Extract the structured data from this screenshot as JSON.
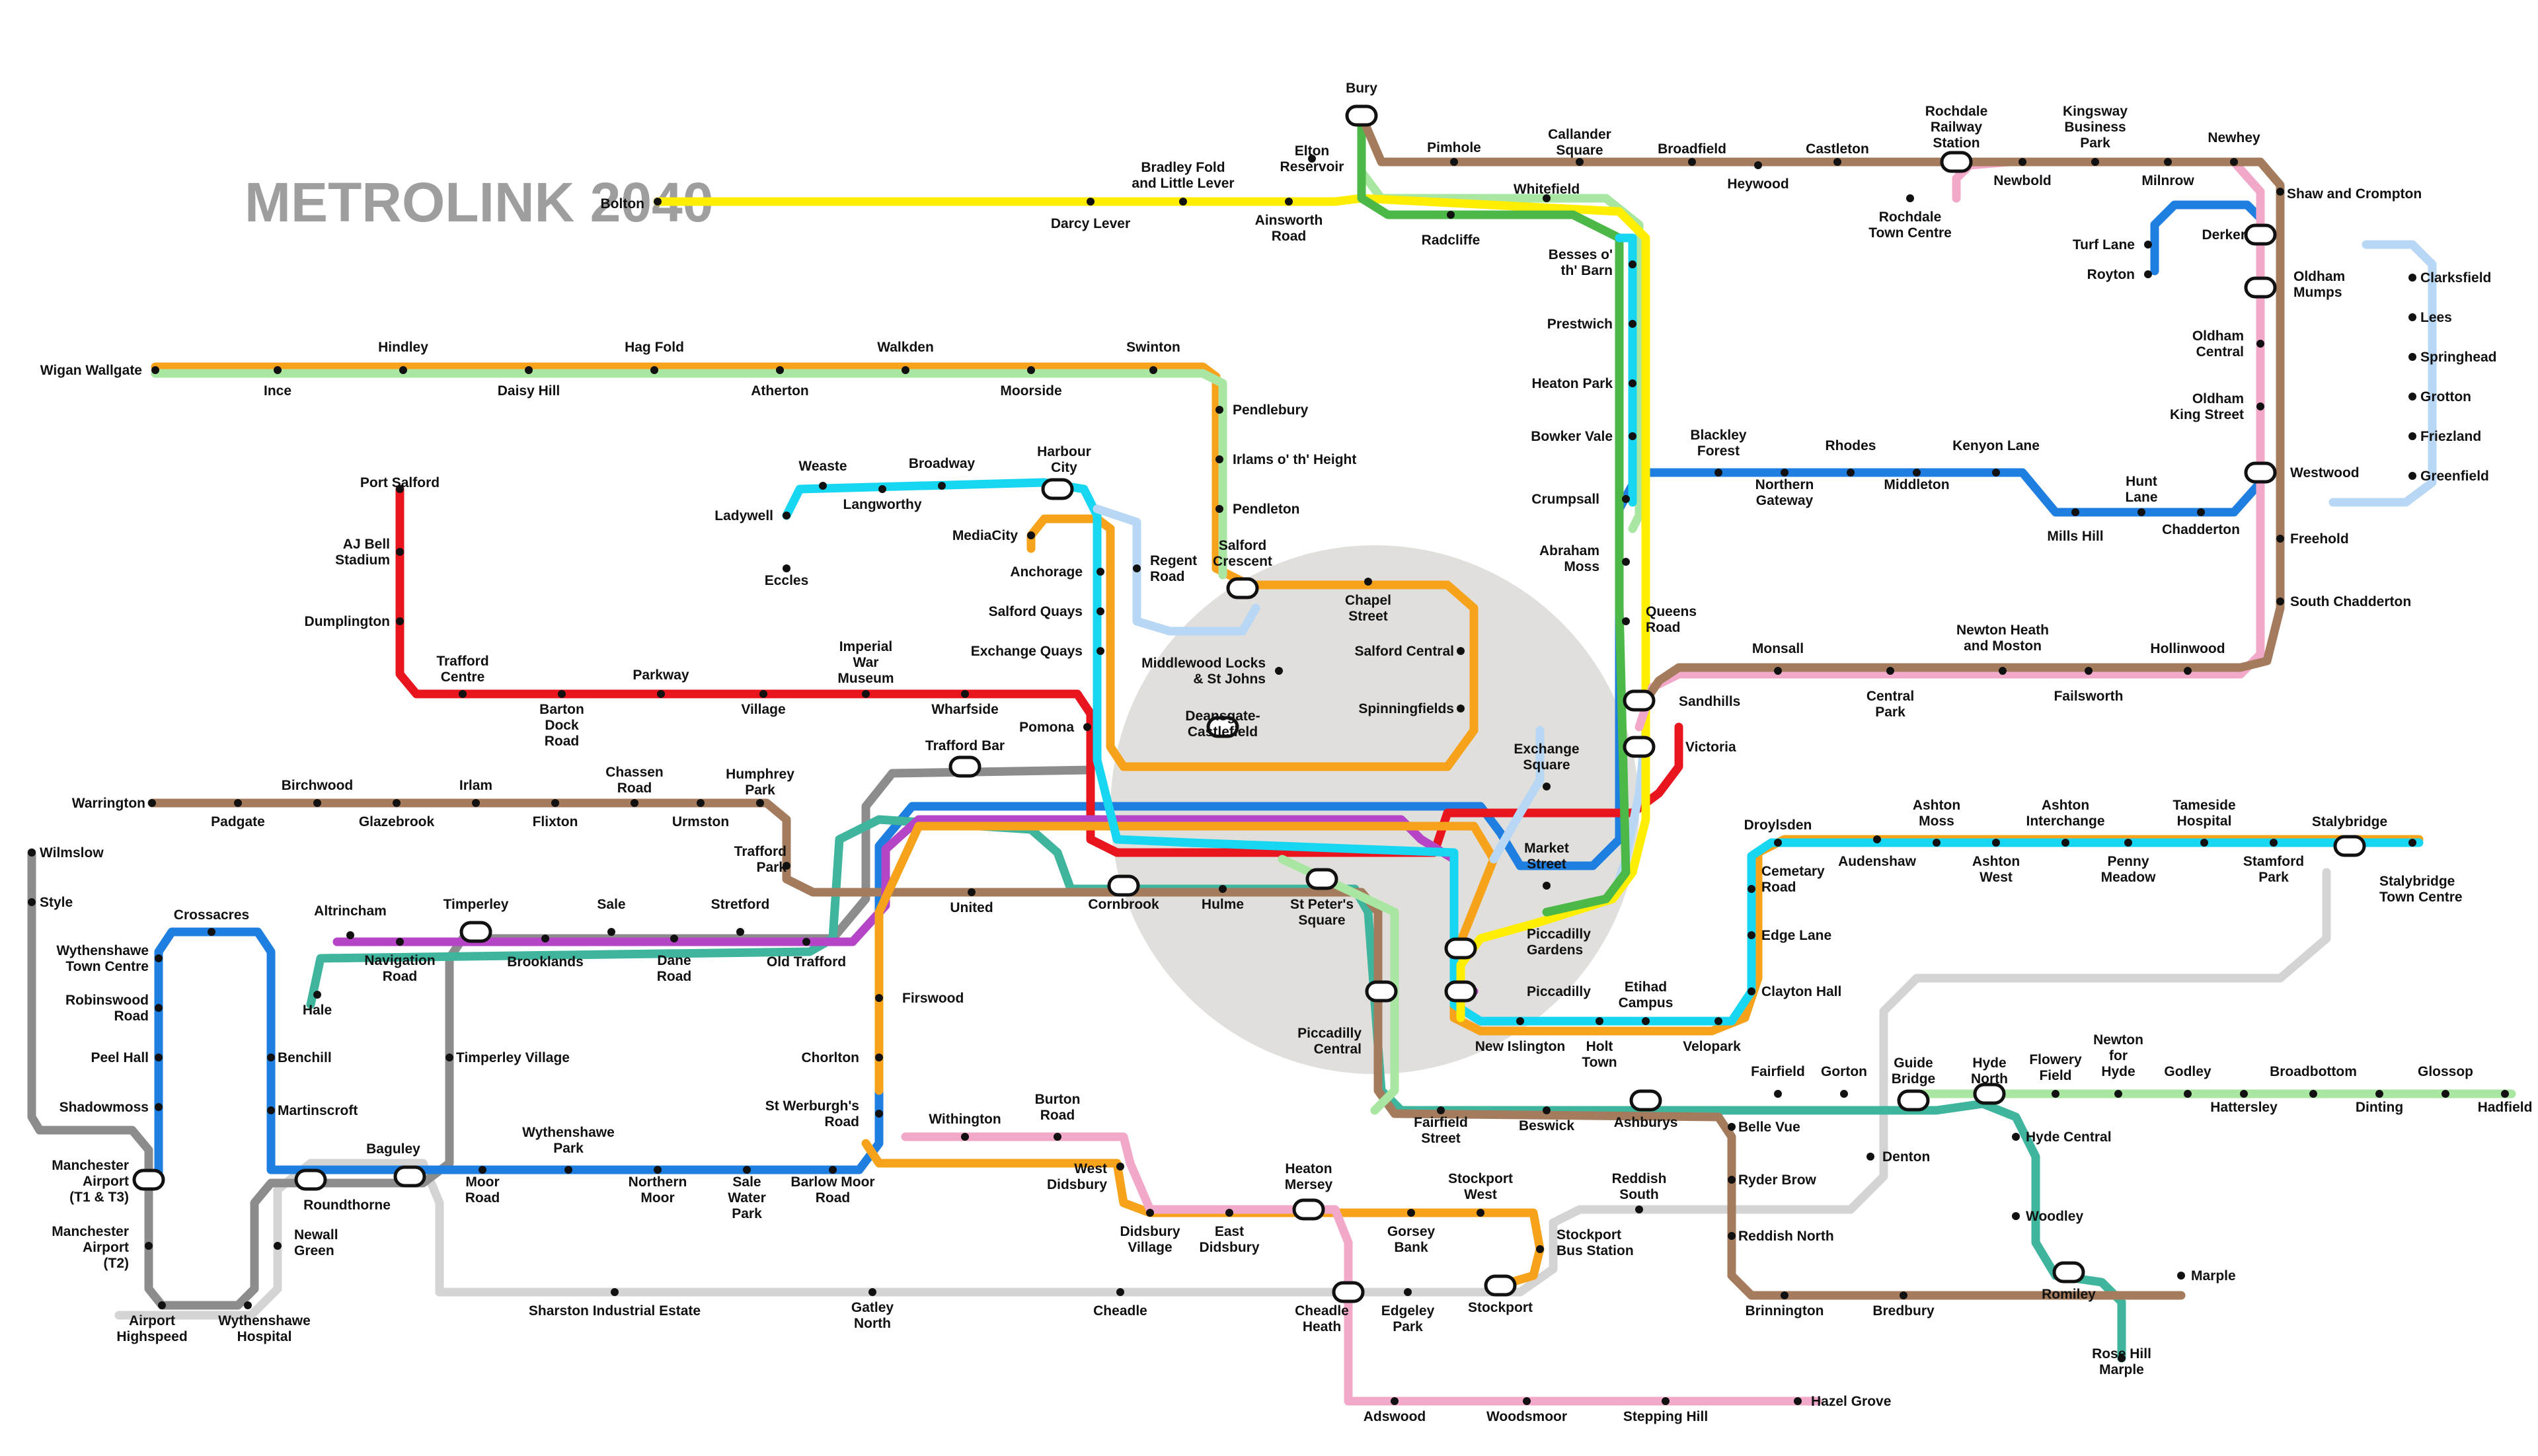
{
  "title": "METROLINK 2040",
  "colors": {
    "yellow": "#ffee00",
    "green": "#4cb848",
    "lightgreen": "#a8e6a1",
    "lightblue": "#b7d7f5",
    "cyan": "#16d6f2",
    "orange": "#f7a21b",
    "brown": "#a47b5c",
    "pink": "#f2a8c9",
    "red": "#e8141e",
    "blue": "#1e7fe0",
    "teal": "#3fb59e",
    "purple": "#b545c6",
    "grey": "#8c8c8c",
    "lightgrey": "#d4d4d4",
    "citycentre": "#e1dfdc"
  },
  "stations": [
    {
      "id": "bury",
      "label": "Bury"
    },
    {
      "id": "elton",
      "label": "Elton\nReservoir"
    },
    {
      "id": "bradley",
      "label": "Bradley Fold\nand Little Lever"
    },
    {
      "id": "bolton",
      "label": "Bolton"
    },
    {
      "id": "darcy",
      "label": "Darcy Lever"
    },
    {
      "id": "ainsworth",
      "label": "Ainsworth\nRoad"
    },
    {
      "id": "pimhole",
      "label": "Pimhole"
    },
    {
      "id": "callander",
      "label": "Callander\nSquare"
    },
    {
      "id": "broadfield",
      "label": "Broadfield"
    },
    {
      "id": "heywood",
      "label": "Heywood"
    },
    {
      "id": "castleton",
      "label": "Castleton"
    },
    {
      "id": "rochrail",
      "label": "Rochdale\nRailway\nStation"
    },
    {
      "id": "rochtc",
      "label": "Rochdale\nTown Centre"
    },
    {
      "id": "kingsway",
      "label": "Kingsway\nBusiness\nPark"
    },
    {
      "id": "newbold",
      "label": "Newbold"
    },
    {
      "id": "milnrow",
      "label": "Milnrow"
    },
    {
      "id": "newhey",
      "label": "Newhey"
    },
    {
      "id": "shawcrompton",
      "label": "Shaw and Crompton"
    },
    {
      "id": "whitefield",
      "label": "Whitefield"
    },
    {
      "id": "radcliffe",
      "label": "Radcliffe"
    },
    {
      "id": "besses",
      "label": "Besses o'\nth' Barn"
    },
    {
      "id": "prestwich",
      "label": "Prestwich"
    },
    {
      "id": "heatonpark",
      "label": "Heaton Park"
    },
    {
      "id": "bowkervale",
      "label": "Bowker Vale"
    },
    {
      "id": "crumpsall",
      "label": "Crumpsall"
    },
    {
      "id": "abraham",
      "label": "Abraham\nMoss"
    },
    {
      "id": "queensroad",
      "label": "Queens\nRoad"
    },
    {
      "id": "blackley",
      "label": "Blackley\nForest"
    },
    {
      "id": "northerngw",
      "label": "Northern\nGateway"
    },
    {
      "id": "rhodes",
      "label": "Rhodes"
    },
    {
      "id": "middleton",
      "label": "Middleton"
    },
    {
      "id": "kenyon",
      "label": "Kenyon Lane"
    },
    {
      "id": "millshill",
      "label": "Mills Hill"
    },
    {
      "id": "hunt",
      "label": "Hunt\nLane"
    },
    {
      "id": "chadderton",
      "label": "Chadderton"
    },
    {
      "id": "turflane",
      "label": "Turf Lane"
    },
    {
      "id": "royton",
      "label": "Royton"
    },
    {
      "id": "derker",
      "label": "Derker"
    },
    {
      "id": "oldhammumps",
      "label": "Oldham\nMumps"
    },
    {
      "id": "oldhamcentral",
      "label": "Oldham\nCentral"
    },
    {
      "id": "oldhamking",
      "label": "Oldham\nKing Street"
    },
    {
      "id": "westwood",
      "label": "Westwood"
    },
    {
      "id": "freehold",
      "label": "Freehold"
    },
    {
      "id": "southchad",
      "label": "South Chadderton"
    },
    {
      "id": "clarksfield",
      "label": "Clarksfield"
    },
    {
      "id": "lees",
      "label": "Lees"
    },
    {
      "id": "springhead",
      "label": "Springhead"
    },
    {
      "id": "grotton",
      "label": "Grotton"
    },
    {
      "id": "friezland",
      "label": "Friezland"
    },
    {
      "id": "greenfield",
      "label": "Greenfield"
    },
    {
      "id": "hollinwood",
      "label": "Hollinwood"
    },
    {
      "id": "newtonheath",
      "label": "Newton Heath\nand Moston"
    },
    {
      "id": "failsworth",
      "label": "Failsworth"
    },
    {
      "id": "centralpark",
      "label": "Central\nPark"
    },
    {
      "id": "monsall",
      "label": "Monsall"
    },
    {
      "id": "sandhills",
      "label": "Sandhills"
    },
    {
      "id": "victoria",
      "label": "Victoria"
    },
    {
      "id": "exchangesq",
      "label": "Exchange\nSquare"
    },
    {
      "id": "marketst",
      "label": "Market\nStreet"
    },
    {
      "id": "wigan",
      "label": "Wigan Wallgate"
    },
    {
      "id": "ince",
      "label": "Ince"
    },
    {
      "id": "hindley",
      "label": "Hindley"
    },
    {
      "id": "daisyhill",
      "label": "Daisy Hill"
    },
    {
      "id": "hagfold",
      "label": "Hag Fold"
    },
    {
      "id": "atherton",
      "label": "Atherton"
    },
    {
      "id": "walkden",
      "label": "Walkden"
    },
    {
      "id": "moorside",
      "label": "Moorside"
    },
    {
      "id": "swinton",
      "label": "Swinton"
    },
    {
      "id": "pendlebury",
      "label": "Pendlebury"
    },
    {
      "id": "irlams",
      "label": "Irlams o' th' Height"
    },
    {
      "id": "pendleton",
      "label": "Pendleton"
    },
    {
      "id": "salfordcres",
      "label": "Salford\nCrescent"
    },
    {
      "id": "chapelst",
      "label": "Chapel\nStreet"
    },
    {
      "id": "salfordcentral",
      "label": "Salford Central"
    },
    {
      "id": "spinningfields",
      "label": "Spinningfields"
    },
    {
      "id": "middlewood",
      "label": "Middlewood Locks\n& St Johns"
    },
    {
      "id": "deansgate",
      "label": "Deansgate-\nCastlefield"
    },
    {
      "id": "portsalford",
      "label": "Port Salford"
    },
    {
      "id": "ajbell",
      "label": "AJ Bell\nStadium"
    },
    {
      "id": "dumplington",
      "label": "Dumplington"
    },
    {
      "id": "traffordcentre",
      "label": "Trafford\nCentre"
    },
    {
      "id": "barton",
      "label": "Barton\nDock\nRoad"
    },
    {
      "id": "parkway",
      "label": "Parkway"
    },
    {
      "id": "village",
      "label": "Village"
    },
    {
      "id": "iwm",
      "label": "Imperial\nWar\nMuseum"
    },
    {
      "id": "wharfside",
      "label": "Wharfside"
    },
    {
      "id": "pomona",
      "label": "Pomona"
    },
    {
      "id": "ladywell",
      "label": "Ladywell"
    },
    {
      "id": "eccles",
      "label": "Eccles"
    },
    {
      "id": "weaste",
      "label": "Weaste"
    },
    {
      "id": "langworthy",
      "label": "Langworthy"
    },
    {
      "id": "broadway",
      "label": "Broadway"
    },
    {
      "id": "harbourcity",
      "label": "Harbour\nCity"
    },
    {
      "id": "mediacity",
      "label": "MediaCity"
    },
    {
      "id": "anchorage",
      "label": "Anchorage"
    },
    {
      "id": "salfordquays",
      "label": "Salford Quays"
    },
    {
      "id": "exchangequays",
      "label": "Exchange Quays"
    },
    {
      "id": "regentroad",
      "label": "Regent\nRoad"
    },
    {
      "id": "traffordbar",
      "label": "Trafford Bar"
    },
    {
      "id": "warrington",
      "label": "Warrington"
    },
    {
      "id": "padgate",
      "label": "Padgate"
    },
    {
      "id": "birchwood",
      "label": "Birchwood"
    },
    {
      "id": "glazebrook",
      "label": "Glazebrook"
    },
    {
      "id": "irlam",
      "label": "Irlam"
    },
    {
      "id": "flixton",
      "label": "Flixton"
    },
    {
      "id": "chassen",
      "label": "Chassen\nRoad"
    },
    {
      "id": "urmston",
      "label": "Urmston"
    },
    {
      "id": "humphrey",
      "label": "Humphrey\nPark"
    },
    {
      "id": "traffordpark",
      "label": "Trafford\nPark"
    },
    {
      "id": "cornbrook",
      "label": "Cornbrook"
    },
    {
      "id": "united",
      "label": "United"
    },
    {
      "id": "hulme",
      "label": "Hulme"
    },
    {
      "id": "stpeters",
      "label": "St Peter's\nSquare"
    },
    {
      "id": "wilmslow",
      "label": "Wilmslow"
    },
    {
      "id": "style",
      "label": "Style"
    },
    {
      "id": "wythtc",
      "label": "Wythenshawe\nTown Centre"
    },
    {
      "id": "robinswood",
      "label": "Robinswood\nRoad"
    },
    {
      "id": "peelhall",
      "label": "Peel Hall"
    },
    {
      "id": "shadowmoss",
      "label": "Shadowmoss"
    },
    {
      "id": "airport13",
      "label": "Manchester\nAirport\n(T1 & T3)"
    },
    {
      "id": "airport2",
      "label": "Manchester\nAirport\n(T2)"
    },
    {
      "id": "airporthigh",
      "label": "Airport\nHighspeed"
    },
    {
      "id": "wythhosp",
      "label": "Wythenshawe\nHospital"
    },
    {
      "id": "crossacres",
      "label": "Crossacres"
    },
    {
      "id": "benchill",
      "label": "Benchill"
    },
    {
      "id": "martinscroft",
      "label": "Martinscroft"
    },
    {
      "id": "roundthorne",
      "label": "Roundthorne"
    },
    {
      "id": "newallgreen",
      "label": "Newall\nGreen"
    },
    {
      "id": "baguley",
      "label": "Baguley"
    },
    {
      "id": "moorroad",
      "label": "Moor\nRoad"
    },
    {
      "id": "wythpark",
      "label": "Wythenshawe\nPark"
    },
    {
      "id": "northernmoor",
      "label": "Northern\nMoor"
    },
    {
      "id": "salewater",
      "label": "Sale\nWater\nPark"
    },
    {
      "id": "barlowmoor",
      "label": "Barlow Moor\nRoad"
    },
    {
      "id": "altrincham",
      "label": "Altrincham"
    },
    {
      "id": "navigation",
      "label": "Navigation\nRoad"
    },
    {
      "id": "hale",
      "label": "Hale"
    },
    {
      "id": "timperley",
      "label": "Timperley"
    },
    {
      "id": "timperleyvillage",
      "label": "Timperley Village"
    },
    {
      "id": "brooklands",
      "label": "Brooklands"
    },
    {
      "id": "sale",
      "label": "Sale"
    },
    {
      "id": "daneroad",
      "label": "Dane\nRoad"
    },
    {
      "id": "stretford",
      "label": "Stretford"
    },
    {
      "id": "oldtrafford",
      "label": "Old Trafford"
    },
    {
      "id": "firswood",
      "label": "Firswood"
    },
    {
      "id": "chorlton",
      "label": "Chorlton"
    },
    {
      "id": "stwerburghs",
      "label": "St Werburgh's\nRoad"
    },
    {
      "id": "withington",
      "label": "Withington"
    },
    {
      "id": "burtonroad",
      "label": "Burton\nRoad"
    },
    {
      "id": "westdidsbury",
      "label": "West\nDidsbury"
    },
    {
      "id": "didsburyvillage",
      "label": "Didsbury\nVillage"
    },
    {
      "id": "eastdidsbury",
      "label": "East\nDidsbury"
    },
    {
      "id": "heatonmersey",
      "label": "Heaton\nMersey"
    },
    {
      "id": "gorseybank",
      "label": "Gorsey\nBank"
    },
    {
      "id": "stockportwest",
      "label": "Stockport\nWest"
    },
    {
      "id": "stockportbus",
      "label": "Stockport\nBus Station"
    },
    {
      "id": "stockport",
      "label": "Stockport"
    },
    {
      "id": "reddishsouth",
      "label": "Reddish\nSouth"
    },
    {
      "id": "sharston",
      "label": "Sharston Industrial Estate"
    },
    {
      "id": "gatley",
      "label": "Gatley\nNorth"
    },
    {
      "id": "cheadle",
      "label": "Cheadle"
    },
    {
      "id": "cheadleheath",
      "label": "Cheadle\nHeath"
    },
    {
      "id": "edgeley",
      "label": "Edgeley\nPark"
    },
    {
      "id": "adswood",
      "label": "Adswood"
    },
    {
      "id": "woodsmoor",
      "label": "Woodsmoor"
    },
    {
      "id": "steppinghill",
      "label": "Stepping Hill"
    },
    {
      "id": "hazelgrove",
      "label": "Hazel Grove"
    },
    {
      "id": "piccgardens",
      "label": "Piccadilly\nGardens"
    },
    {
      "id": "piccadilly",
      "label": "Piccadilly"
    },
    {
      "id": "picccentral",
      "label": "Piccadilly\nCentral"
    },
    {
      "id": "newislington",
      "label": "New Islington"
    },
    {
      "id": "holttown",
      "label": "Holt\nTown"
    },
    {
      "id": "etihad",
      "label": "Etihad\nCampus"
    },
    {
      "id": "velopark",
      "label": "Velopark"
    },
    {
      "id": "claytonhall",
      "label": "Clayton Hall"
    },
    {
      "id": "edgelane",
      "label": "Edge Lane"
    },
    {
      "id": "cemeteryroad",
      "label": "Cemetary\nRoad"
    },
    {
      "id": "droylsden",
      "label": "Droylsden"
    },
    {
      "id": "audenshaw",
      "label": "Audenshaw"
    },
    {
      "id": "ashtonmoss",
      "label": "Ashton\nMoss"
    },
    {
      "id": "ashtonwest",
      "label": "Ashton\nWest"
    },
    {
      "id": "ashtoninterchange",
      "label": "Ashton\nInterchange"
    },
    {
      "id": "pennymeadow",
      "label": "Penny\nMeadow"
    },
    {
      "id": "tamesidehosp",
      "label": "Tameside\nHospital"
    },
    {
      "id": "stamfordpark",
      "label": "Stamford\nPark"
    },
    {
      "id": "stalybridge",
      "label": "Stalybridge"
    },
    {
      "id": "stalytc",
      "label": "Stalybridge\nTown Centre"
    },
    {
      "id": "fairfield",
      "label": "Fairfield"
    },
    {
      "id": "fairfieldst",
      "label": "Fairfield\nStreet"
    },
    {
      "id": "beswick",
      "label": "Beswick"
    },
    {
      "id": "ashburys",
      "label": "Ashburys"
    },
    {
      "id": "gorton",
      "label": "Gorton"
    },
    {
      "id": "guidebridge",
      "label": "Guide\nBridge"
    },
    {
      "id": "hydenorth",
      "label": "Hyde\nNorth"
    },
    {
      "id": "flowery",
      "label": "Flowery\nField"
    },
    {
      "id": "newtonhyde",
      "label": "Newton\nfor\nHyde"
    },
    {
      "id": "godley",
      "label": "Godley"
    },
    {
      "id": "hattersley",
      "label": "Hattersley"
    },
    {
      "id": "broadbottom",
      "label": "Broadbottom"
    },
    {
      "id": "dinting",
      "label": "Dinting"
    },
    {
      "id": "glossop",
      "label": "Glossop"
    },
    {
      "id": "hadfield",
      "label": "Hadfield"
    },
    {
      "id": "bellevue",
      "label": "Belle Vue"
    },
    {
      "id": "ryderbrow",
      "label": "Ryder Brow"
    },
    {
      "id": "reddishnorth",
      "label": "Reddish North"
    },
    {
      "id": "brinnington",
      "label": "Brinnington"
    },
    {
      "id": "bredbury",
      "label": "Bredbury"
    },
    {
      "id": "denton",
      "label": "Denton"
    },
    {
      "id": "hydecentral",
      "label": "Hyde Central"
    },
    {
      "id": "woodley",
      "label": "Woodley"
    },
    {
      "id": "romiley",
      "label": "Romiley"
    },
    {
      "id": "marple",
      "label": "Marple"
    },
    {
      "id": "rosehill",
      "label": "Rose Hill\nMarple"
    }
  ]
}
